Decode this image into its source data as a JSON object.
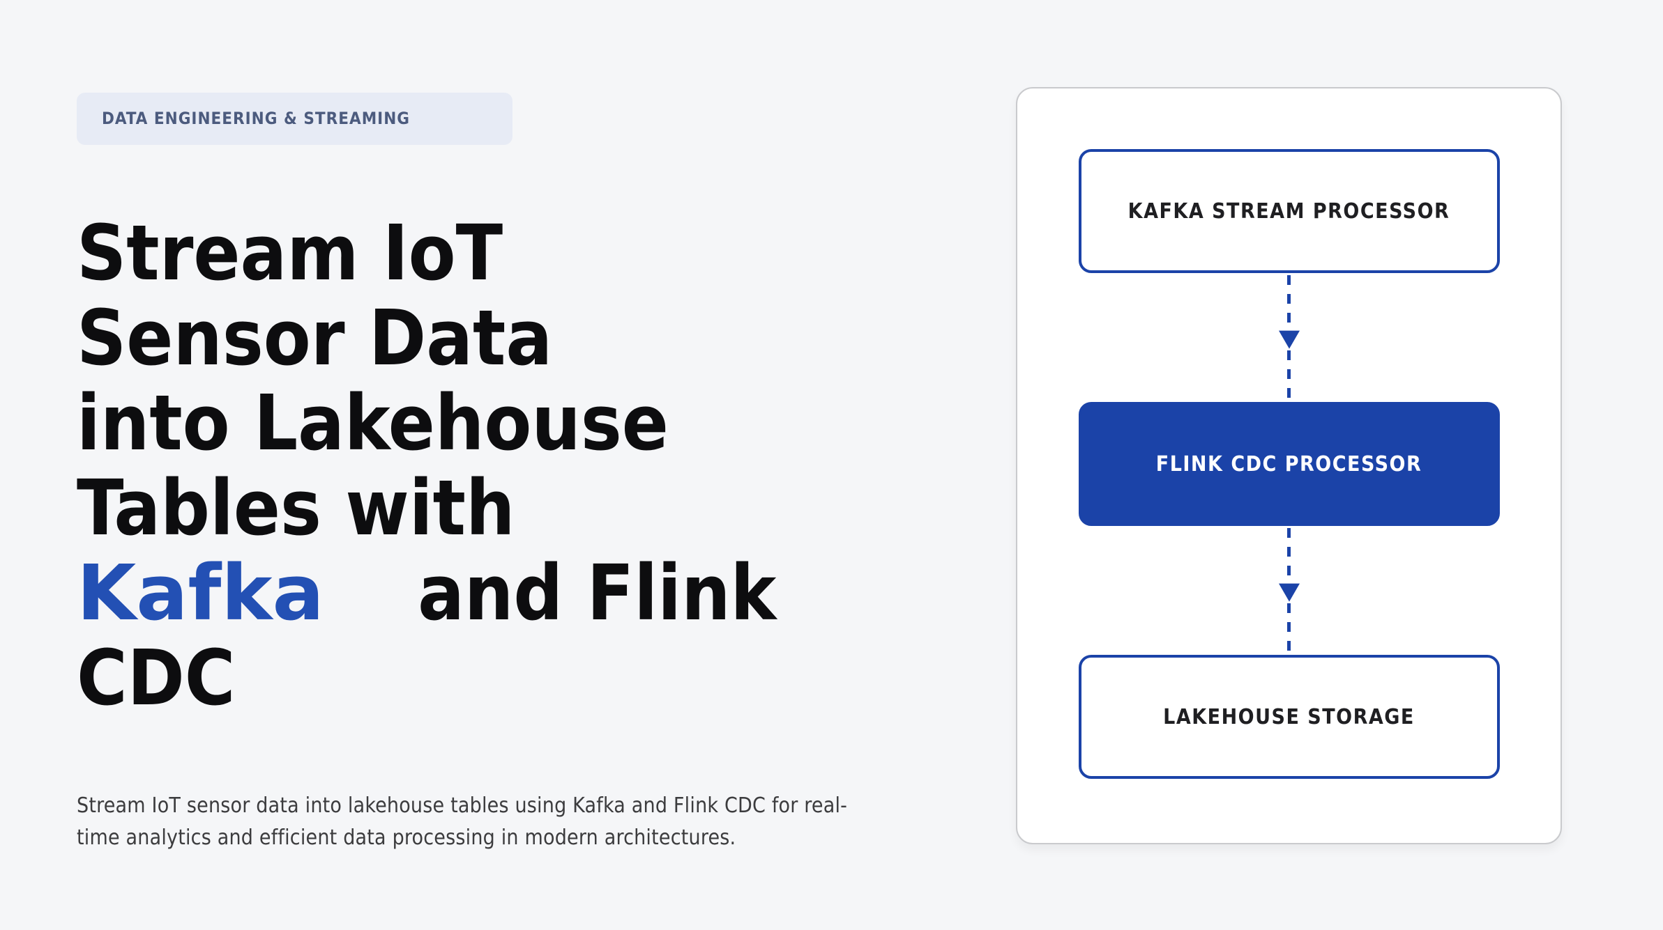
{
  "badge": {
    "label": "DATA ENGINEERING & STREAMING",
    "bg_color": "#e7ebf5",
    "text_color": "#4c5b7e"
  },
  "headline": {
    "line1": "Stream IoT",
    "line2": "Sensor Data",
    "line3": "into Lakehouse",
    "line4": "Tables with",
    "highlight": "Kafka",
    "line5_rest": "and Flink",
    "line6": "CDC",
    "text_color": "#0d0d0f",
    "highlight_color": "#2350b4"
  },
  "description": "Stream IoT sensor data into lakehouse tables using Kafka and Flink CDC for real-time analytics and efficient data processing in modern architectures.",
  "diagram": {
    "accent_color": "#1b43a8",
    "card_bg": "#ffffff",
    "nodes": [
      {
        "id": "kafka-stream-processor",
        "label": "KAFKA STREAM PROCESSOR",
        "variant": "outline"
      },
      {
        "id": "flink-cdc-processor",
        "label": "FLINK CDC PROCESSOR",
        "variant": "filled"
      },
      {
        "id": "lakehouse-storage",
        "label": "LAKEHOUSE STORAGE",
        "variant": "outline"
      }
    ],
    "connections": [
      {
        "from": "kafka-stream-processor",
        "to": "flink-cdc-processor",
        "style": "dashed-arrow-down"
      },
      {
        "from": "flink-cdc-processor",
        "to": "lakehouse-storage",
        "style": "dashed-arrow-down"
      }
    ]
  }
}
